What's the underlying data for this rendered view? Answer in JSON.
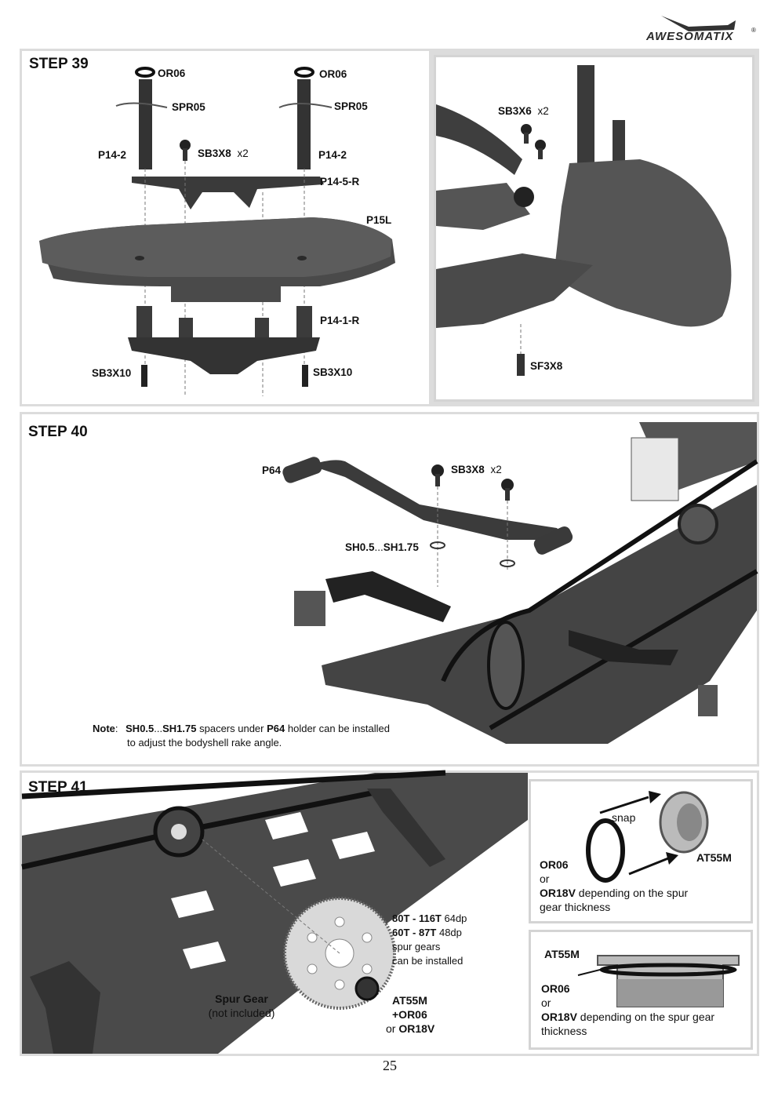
{
  "brand": {
    "name": "AWESOMATIX",
    "mark": "®"
  },
  "page_number": "25",
  "step39": {
    "title": "STEP 39",
    "labels": {
      "or06_left": "OR06",
      "or06_right": "OR06",
      "spr05_left": "SPR05",
      "spr05_right": "SPR05",
      "p14_2_left": "P14-2",
      "p14_2_right": "P14-2",
      "sb3x8": "SB3X8",
      "sb3x8_qty": "x2",
      "p14_5_r": "P14-5-R",
      "p15l": "P15L",
      "p14_1_r": "P14-1-R",
      "sb3x10_left": "SB3X10",
      "sb3x10_right": "SB3X10",
      "sb3x6": "SB3X6",
      "sb3x6_qty": "x2",
      "sf3x8": "SF3X8"
    }
  },
  "step40": {
    "title": "STEP 40",
    "labels": {
      "p64": "P64",
      "sb3x8": "SB3X8",
      "sb3x8_qty": "x2",
      "sh_a": "SH0.5",
      "sh_dots": "...",
      "sh_b": "SH1.75"
    },
    "note": {
      "head": "Note",
      "colon": ":",
      "sh_a": "SH0.5",
      "dots": "...",
      "sh_b": "SH1.75",
      "mid": " spacers under ",
      "p64": "P64",
      "tail": " holder can be installed",
      "line2": "to adjust the bodyshell rake angle."
    }
  },
  "step41": {
    "title": "STEP 41",
    "gear_info": {
      "l1_bold": "80T - 116T",
      "l1_rest": " 64dp",
      "l2_bold": "60T - 87T",
      "l2_rest": " 48dp",
      "l3": "spur gears",
      "l4": "can be installed"
    },
    "spur_gear": {
      "l1": "Spur Gear",
      "l2": "(not included)"
    },
    "at55m": {
      "l1": "AT55M",
      "l2": "+OR06",
      "l3_or": "or ",
      "l3": "OR18V"
    },
    "box1": {
      "snap": "snap",
      "at55m": "AT55M",
      "or06": "OR06",
      "or": "or",
      "or18v": "OR18V",
      "desc1": " depending on the spur",
      "desc2": "gear thickness"
    },
    "box2": {
      "at55m": "AT55M",
      "or06": "OR06",
      "or": "or",
      "or18v": "OR18V",
      "desc1": " depending on the spur gear",
      "desc2": "thickness"
    }
  }
}
